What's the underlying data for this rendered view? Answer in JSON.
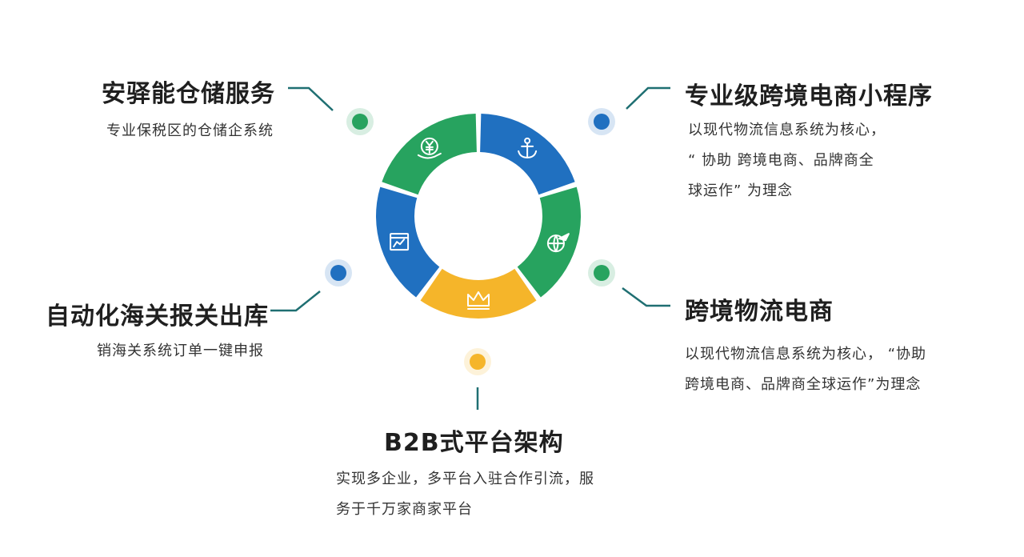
{
  "colors": {
    "green": "#27a35f",
    "blue": "#2070c0",
    "yellow": "#f5b52a",
    "line": "#1f6f72"
  },
  "ring": {
    "segments": [
      {
        "color": "green",
        "icon": "yen-hand-icon"
      },
      {
        "color": "blue",
        "icon": "anchor-icon"
      },
      {
        "color": "green",
        "icon": "globe-plane-icon"
      },
      {
        "color": "yellow",
        "icon": "crown-icon"
      },
      {
        "color": "blue",
        "icon": "screen-chart-icon"
      }
    ]
  },
  "items": {
    "warehouse": {
      "title": "安驿能仓储服务",
      "desc": "专业保税区的仓储企系统",
      "dot": "green"
    },
    "miniprogram": {
      "title": "专业级跨境电商小程序",
      "desc_lines": [
        "以现代物流信息系统为核心，",
        "“ 协助 跨境电商、品牌商全",
        "球运作” 为理念"
      ],
      "dot": "blue"
    },
    "customs": {
      "title": "自动化海关报关出库",
      "desc": "销海关系统订单一键申报",
      "dot": "blue"
    },
    "logistics": {
      "title": "跨境物流电商",
      "desc_lines": [
        "以现代物流信息系统为核心，  “协助",
        "跨境电商、品牌商全球运作”为理念"
      ],
      "dot": "green"
    },
    "b2b": {
      "title": "B2B式平台架构",
      "desc_lines": [
        "实现多企业，多平台入驻合作引流，服",
        "务于千万家商家平台"
      ],
      "dot": "yellow"
    }
  }
}
